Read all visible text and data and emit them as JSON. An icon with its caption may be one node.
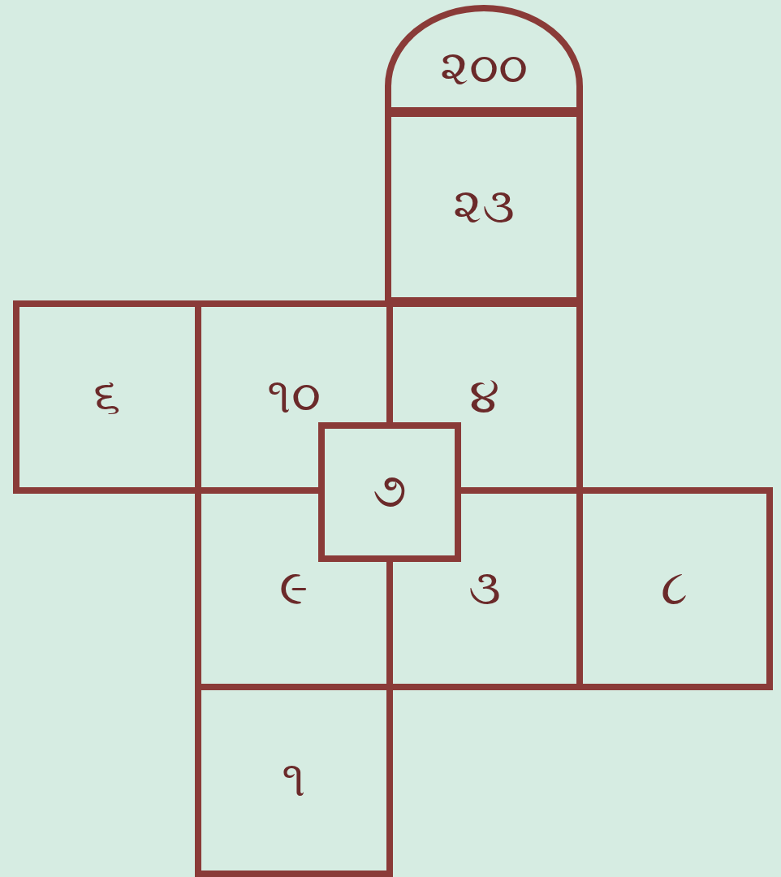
{
  "diagram": {
    "nodes": [
      {
        "text": [
          "૨૦૦"
        ]
      },
      {
        "text": [
          "૨૩"
        ]
      },
      {
        "text": [
          "૬"
        ]
      },
      {
        "text": [
          "૧૦"
        ]
      },
      {
        "text": [
          "૪"
        ]
      },
      {
        "text": [
          "૭"
        ]
      },
      {
        "text": [
          "૯"
        ]
      },
      {
        "text": [
          "૩"
        ]
      },
      {
        "text": [
          "૮"
        ]
      },
      {
        "text": [
          "૧"
        ]
      }
    ]
  }
}
